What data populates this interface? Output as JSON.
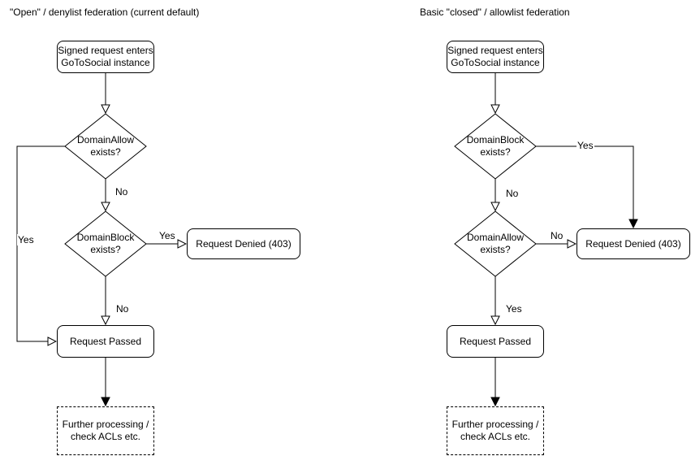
{
  "titles": {
    "left": "\"Open\" / denylist federation (current default)",
    "right": "Basic \"closed\" / allowlist federation"
  },
  "colors": {
    "stroke": "#000000",
    "background": "#ffffff",
    "text": "#000000"
  },
  "left": {
    "start_line1": "Signed request enters",
    "start_line2": "GoToSocial instance",
    "d1_line1": "DomainAllow",
    "d1_line2": "exists?",
    "d1_no": "No",
    "d1_yes": "Yes",
    "d2_line1": "DomainBlock",
    "d2_line2": "exists?",
    "d2_yes": "Yes",
    "d2_no": "No",
    "denied": "Request Denied (403)",
    "passed": "Request Passed",
    "further_line1": "Further processing /",
    "further_line2": "check ACLs etc."
  },
  "right": {
    "start_line1": "Signed request enters",
    "start_line2": "GoToSocial instance",
    "d1_line1": "DomainBlock",
    "d1_line2": "exists?",
    "d1_yes": "Yes",
    "d1_no": "No",
    "d2_line1": "DomainAllow",
    "d2_line2": "exists?",
    "d2_no": "No",
    "d2_yes": "Yes",
    "denied": "Request Denied (403)",
    "passed": "Request Passed",
    "further_line1": "Further processing /",
    "further_line2": "check ACLs etc."
  }
}
